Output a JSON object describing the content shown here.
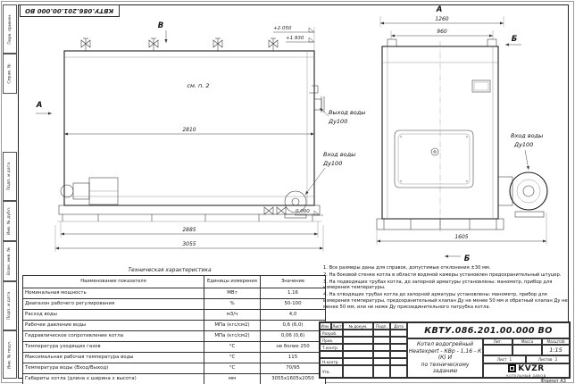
{
  "stamp": {
    "doc_number_top": "КВТУ.086.201.00.000 ВО"
  },
  "margin_labels": {
    "perv_primen": "Перв. примен.",
    "sprav_no": "Справ. №",
    "podp_data1": "Подп. и дата",
    "inv_dubl": "Инв. № дубл.",
    "vzam_inv": "Взам. инв. №",
    "podp_data2": "Подп. и дата",
    "inv_podl": "Инв. № подл."
  },
  "side_view": {
    "view_label_b": "В",
    "section_label_a": "А",
    "see_note": "см. п. 2",
    "elevation_top": "+2.050",
    "elevation_mid": "+1.930",
    "elevation_zero": "0.000",
    "outlet_line1": "Выход воды",
    "outlet_line2": "Ду100",
    "inlet_line1": "Вход воды",
    "inlet_line2": "Ду100",
    "dim_inner": "2810",
    "dim_mid": "2885",
    "dim_outer": "3055"
  },
  "front_view": {
    "view_label_a": "А",
    "section_label_b_top": "Б",
    "section_label_b_bottom": "Б",
    "dim_top": "1260",
    "dim_top2": "960",
    "dim_bottom": "1605",
    "inlet_line1": "Вход воды",
    "inlet_line2": "Ду100"
  },
  "tech_table": {
    "title": "Техническая характеристика",
    "col_name": "Наименование показателя",
    "col_units": "Единицы измерения",
    "col_value": "Значение",
    "rows": [
      {
        "name": "Номинальная мощность",
        "units": "МВт",
        "value": "1,16"
      },
      {
        "name": "Диапазон рабочего регулирования",
        "units": "%",
        "value": "50-100"
      },
      {
        "name": "Расход воды",
        "units": "м3/ч",
        "value": "4,0"
      },
      {
        "name": "Рабочее давление воды",
        "units": "МПа (кгс/см2)",
        "value": "0,6 (6,0)"
      },
      {
        "name": "Гидравлическое сопротивление котла",
        "units": "МПа (кгс/см2)",
        "value": "0,06 (0,6)"
      },
      {
        "name": "Температура уходящих газов",
        "units": "°С",
        "value": "не более 250"
      },
      {
        "name": "Максимальная рабочая температура воды",
        "units": "°С",
        "value": "115"
      },
      {
        "name": "Температура воды (Вход/Выход)",
        "units": "°С",
        "value": "70/95"
      },
      {
        "name": "Габариты котла (длина х ширина х высота)",
        "units": "мм",
        "value": "3055х1605х2050"
      }
    ]
  },
  "notes": {
    "n1": "1.  Все размеры даны для справок, допустимые отклонения ±30 мм.",
    "n2": "2.  На боковой стенке котла в области водяной камеры установлен предохранительный штуцер.",
    "n3": "3.  На подводящих трубах котла, до запорной арматуры установлены: манометр, прибор для измерения температуры.",
    "n4": "4.  На отводящих трубах котла до запорной арматуры установлены: манометр, прибор для измерения температуры, предохранительный клапан Ду не менее 50 мм и обратный клапан Ду не менее 50 мм, или не ниже Ду присоединительного патрубка котла."
  },
  "title_block": {
    "doc_number": "КВТУ.086.201.00.000 ВО",
    "col_izm": "Изм.",
    "col_list": "Лист",
    "col_doc": "№ докум.",
    "col_podp": "Подп.",
    "col_data": "Дата",
    "role_razrab": "Разраб.",
    "role_prov": "Пров.",
    "role_tkontr": "Т.контр.",
    "role_nkontr": "Н.контр.",
    "role_utv": "Утв.",
    "title_line1": "Котел водогрейный",
    "title_line2": "Heatexpert - КВр - 1,16 - К (К) И",
    "title_line3": "по техническому заданию",
    "lit_label": "Лит.",
    "mass_label": "Масса",
    "scale_label": "Масштаб",
    "scale_value": "1:15",
    "sheet_label": "Лист",
    "sheet_value": "1",
    "sheets_label": "Листов",
    "sheets_value": "2",
    "company_name": "KVZR",
    "company_sub": "КОТЕЛЬНЫЙ ЗАВОД"
  },
  "format_label": "Формат А3"
}
